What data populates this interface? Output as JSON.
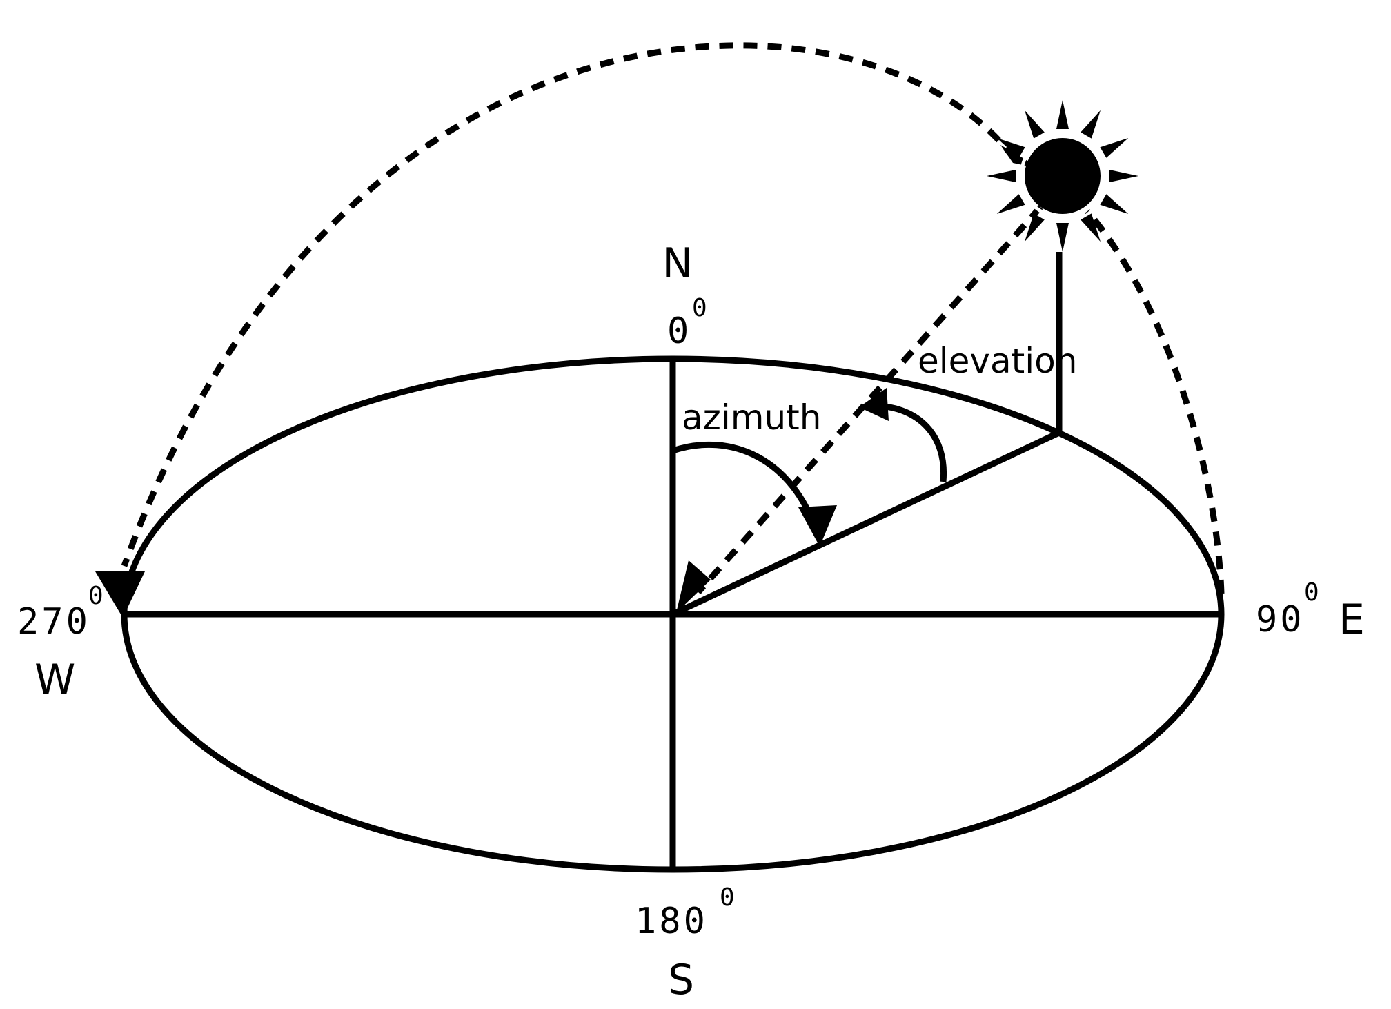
{
  "labels": {
    "north": "N",
    "south": "S",
    "east": "E",
    "west": "W",
    "north_deg": "0",
    "east_deg": "90",
    "south_deg": "180",
    "west_deg": "270",
    "degree_sup": "0",
    "azimuth": "azimuth",
    "elevation": "elevation"
  },
  "icons": {
    "sun": "sun-icon"
  },
  "colors": {
    "ink": "#000000",
    "background": "#ffffff"
  }
}
